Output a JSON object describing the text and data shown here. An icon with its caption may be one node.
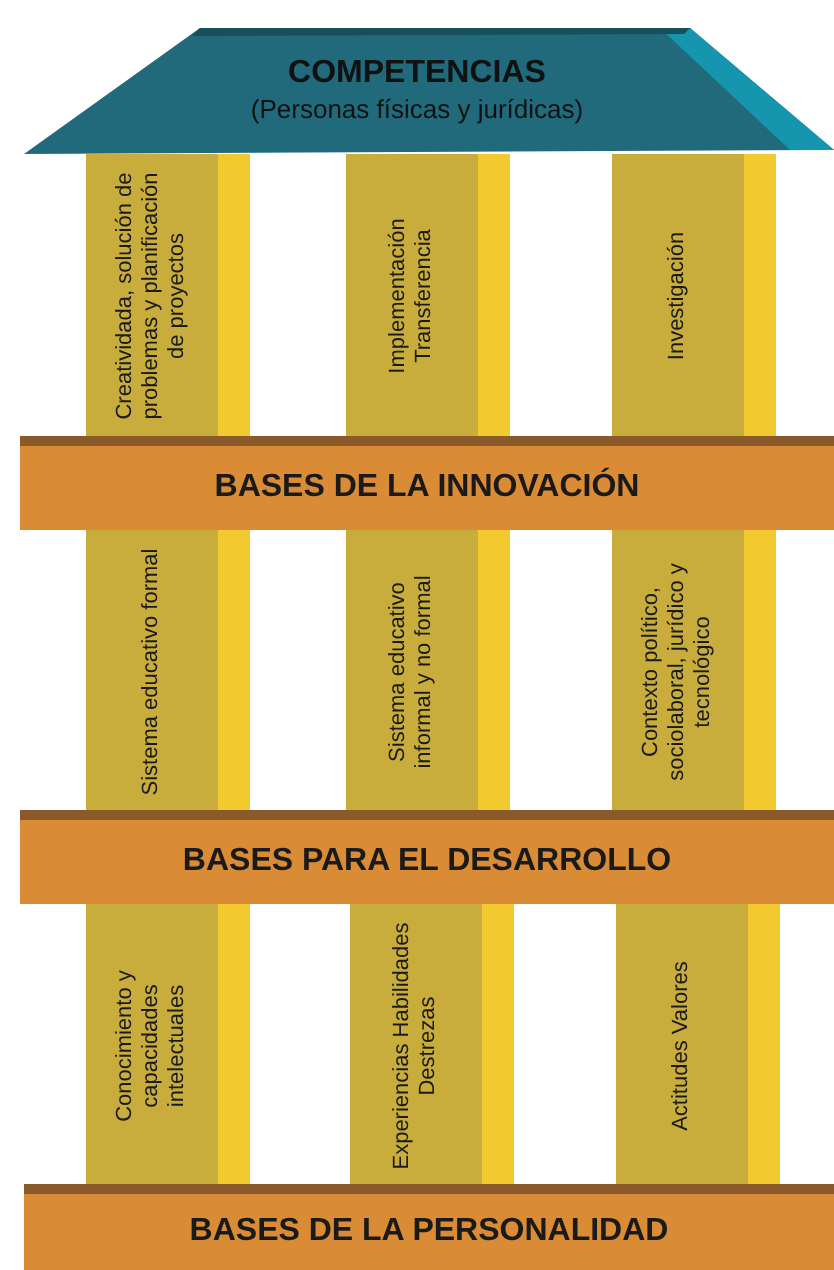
{
  "diagram": {
    "nodes": [
      {
        "text": [
          "COMPETENCIAS",
          "(Personas físicas y jurídicas)"
        ]
      },
      {
        "text": [
          "Creatividada, solución de problemas y planificación de proyectos"
        ]
      },
      {
        "text": [
          "Implementación Transferencia"
        ]
      },
      {
        "text": [
          "Investigación"
        ]
      },
      {
        "text": [
          "BASES DE LA INNOVACIÓN"
        ]
      },
      {
        "text": [
          "Sistema educativo formal"
        ]
      },
      {
        "text": [
          "Sistema educativo informal  y no formal"
        ]
      },
      {
        "text": [
          "Contexto político, sociolaboral, jurídico y tecnológico"
        ]
      },
      {
        "text": [
          "BASES PARA EL DESARROLLO"
        ]
      },
      {
        "text": [
          "Conocimiento y capacidades intelectuales"
        ]
      },
      {
        "text": [
          "Experiencias Habilidades Destrezas"
        ]
      },
      {
        "text": [
          "Actitudes Valores"
        ]
      },
      {
        "text": [
          "BASES DE LA PERSONALIDAD"
        ]
      }
    ]
  }
}
